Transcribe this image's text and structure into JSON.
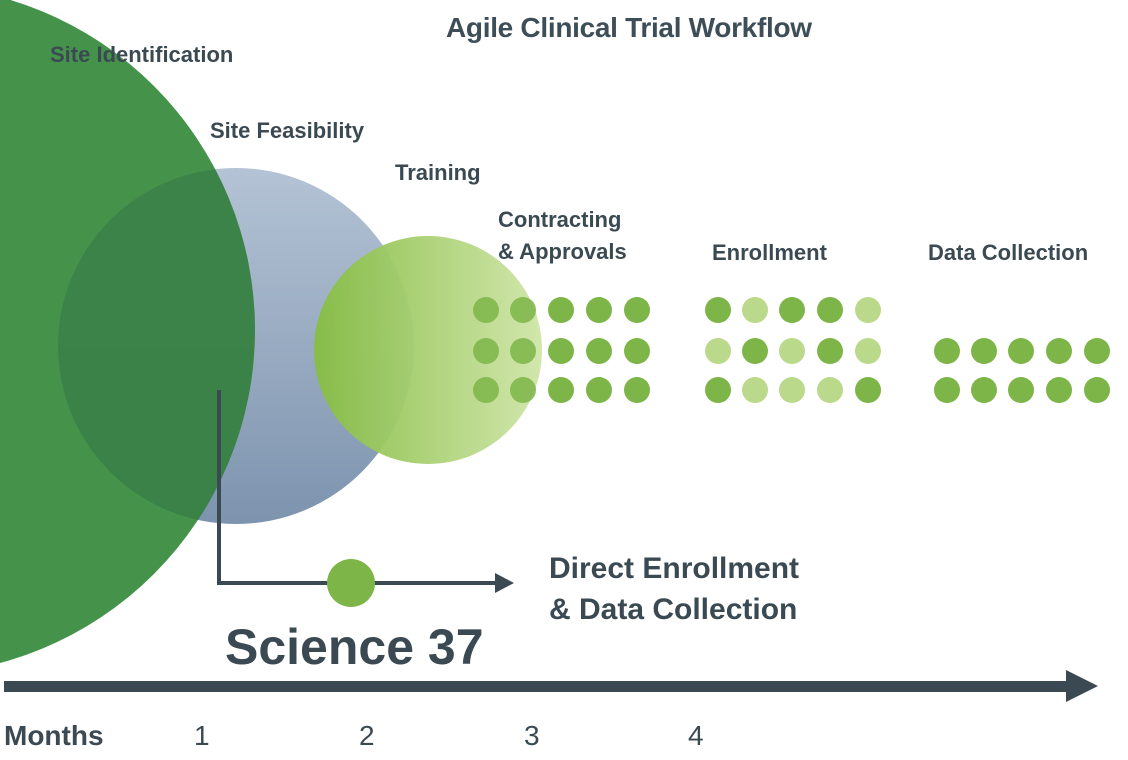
{
  "title": "Agile Clinical Trial Workflow",
  "phases": [
    {
      "label": "Site Identification",
      "color": "#3f8f45"
    },
    {
      "label": "Site Feasibility",
      "color": "#8fa6c0"
    },
    {
      "label": "Training",
      "color": "#8cc04a"
    },
    {
      "label": "Contracting\n& Approvals",
      "color": "#7db548"
    },
    {
      "label": "Enrollment",
      "color": "#7db548"
    },
    {
      "label": "Data Collection",
      "color": "#7db548"
    }
  ],
  "direct_path": {
    "label": "Direct Enrollment\n& Data Collection",
    "brand": "Science 37"
  },
  "axis": {
    "title": "Months",
    "ticks": [
      "1",
      "2",
      "3",
      "4"
    ],
    "color": "#3b4a52"
  },
  "colors": {
    "dark_green": "#3f8f45",
    "blue_gray": "#8fa6c0",
    "mid_green": "#7db548",
    "light_green": "#bad98b",
    "text": "#3b4a52"
  },
  "dot_grids": {
    "contracting": [
      [
        1,
        1,
        1,
        1,
        1
      ],
      [
        1,
        1,
        1,
        1,
        1
      ],
      [
        1,
        1,
        1,
        1,
        1
      ]
    ],
    "enrollment": [
      [
        1,
        0,
        1,
        1,
        0
      ],
      [
        0,
        1,
        0,
        1,
        0
      ],
      [
        1,
        0,
        0,
        0,
        1
      ]
    ],
    "data_collection": [
      [
        0,
        0,
        0,
        0,
        0
      ],
      [
        1,
        1,
        1,
        1,
        1
      ],
      [
        1,
        1,
        1,
        1,
        1
      ]
    ]
  }
}
